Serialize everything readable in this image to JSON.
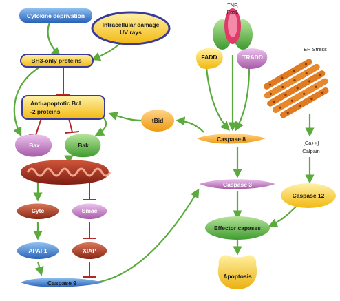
{
  "nodes": {
    "cytokine_deprivation": "Cytokine deprivation",
    "intracellular_damage_line1": "Intracellular damage",
    "intracellular_damage_line2": "UV rays",
    "bh3_only_proteins": "BH3-only proteins",
    "anti_apoptotic_line1": "Anti-apoptotic Bcl",
    "anti_apoptotic_line2": "-2 proteins",
    "bax": "Bax",
    "bak": "Bak",
    "tbid": "tBid",
    "cytc": "Cytc",
    "smac": "Smac",
    "apaf1": "APAF1",
    "xiap": "XIAP",
    "caspase9": "Caspase 9",
    "tnf_line1": "TNF,",
    "tnf_line2": "FasL",
    "fadd": "FADD",
    "tradd": "TRADD",
    "caspase8": "Caspase 8",
    "caspase3": "Caspase 3",
    "er_stress": "ER Stress",
    "ca_line1": "[Ca++]",
    "ca_line2": "Calpain",
    "caspase12": "Caspase 12",
    "effector_caspases": "Effector capases",
    "apoptosis": "Apoptosis"
  },
  "colors": {
    "activation_arrow": "#5aaa3c",
    "inhibition_line": "#b02828",
    "blue_node": "#2f6fc8",
    "orange_node": "#f5a623",
    "yellow_node": "#f6c830",
    "pink_node": "#c27bc4",
    "green_node": "#5bb84a",
    "dark_red_node": "#a8381f",
    "mitochondria": "#b33a2a",
    "er": "#e07b22"
  }
}
